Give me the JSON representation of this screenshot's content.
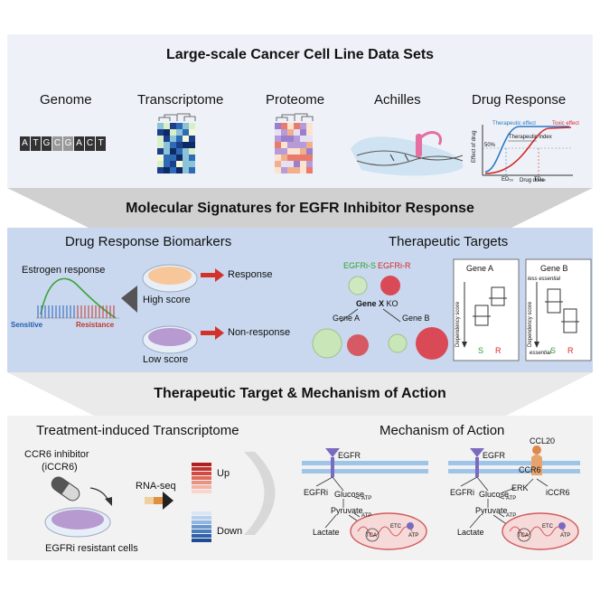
{
  "section1": {
    "title": "Large-scale Cancer Cell Line Data Sets",
    "categories": [
      "Genome",
      "Transcriptome",
      "Proteome",
      "Achilles",
      "Drug Response"
    ],
    "genome_sequence": [
      "A",
      "T",
      "G",
      "C",
      "G",
      "A",
      "C",
      "T"
    ],
    "drug_response": {
      "therapeutic_effect": "Therapeutic effect",
      "toxic_effect": "Toxic effect",
      "therapeutic_index": "Therapeutic index",
      "y_label": "Effect of drug",
      "x_label": "Drug dose",
      "pct": "50%",
      "ed50": "ED₅₀",
      "td50": "TD₅₀"
    }
  },
  "section2": {
    "title": "Molecular Signatures for EGFR Inhibitor Response",
    "biomarkers": {
      "title": "Drug Response Biomarkers",
      "estrogen": "Estrogen response",
      "sensitive": "Sensitive",
      "resistance": "Resistance",
      "high_score": "High score",
      "low_score": "Low score",
      "response": "Response",
      "non_response": "Non-response"
    },
    "targets": {
      "title": "Therapeutic Targets",
      "egfri_s": "EGFRi-S",
      "egfri_r": "EGFRi-R",
      "gene_x": "Gene X",
      "ko": "KO",
      "gene_a": "Gene A",
      "gene_b": "Gene B",
      "box_gene_a": "Gene A",
      "box_gene_b": "Gene B",
      "dependency": "Dependency score",
      "less_essential": "less essential",
      "essential": "essential",
      "s": "S",
      "r": "R"
    }
  },
  "section3": {
    "title": "Therapeutic Target & Mechanism of Action",
    "treatment": {
      "title": "Treatment-induced Transcriptome",
      "inhibitor": "CCR6 inhibitor",
      "inhibitor_abbr": "(iCCR6)",
      "rnaseq": "RNA-seq",
      "cells": "EGFRi resistant cells",
      "up": "Up",
      "down": "Down"
    },
    "moa": {
      "title": "Mechanism of Action",
      "egfr": "EGFR",
      "egfri": "EGFRi",
      "glucose": "Glucose",
      "atp": "ATP",
      "pyruvate": "Pyruvate",
      "lactate": "Lactate",
      "tca": "TCA",
      "etc": "ETC",
      "ccl20": "CCL20",
      "ccr6": "CCR6",
      "erk": "ERK",
      "iccr6": "iCCR6"
    }
  },
  "colors": {
    "panel_bg": "#eef2f8",
    "blue_panel": "#c9d8ee",
    "funnel": "#c8c8c8",
    "green": "#2ca02c",
    "red": "#d62728",
    "arrow_red": "#d3312c"
  }
}
